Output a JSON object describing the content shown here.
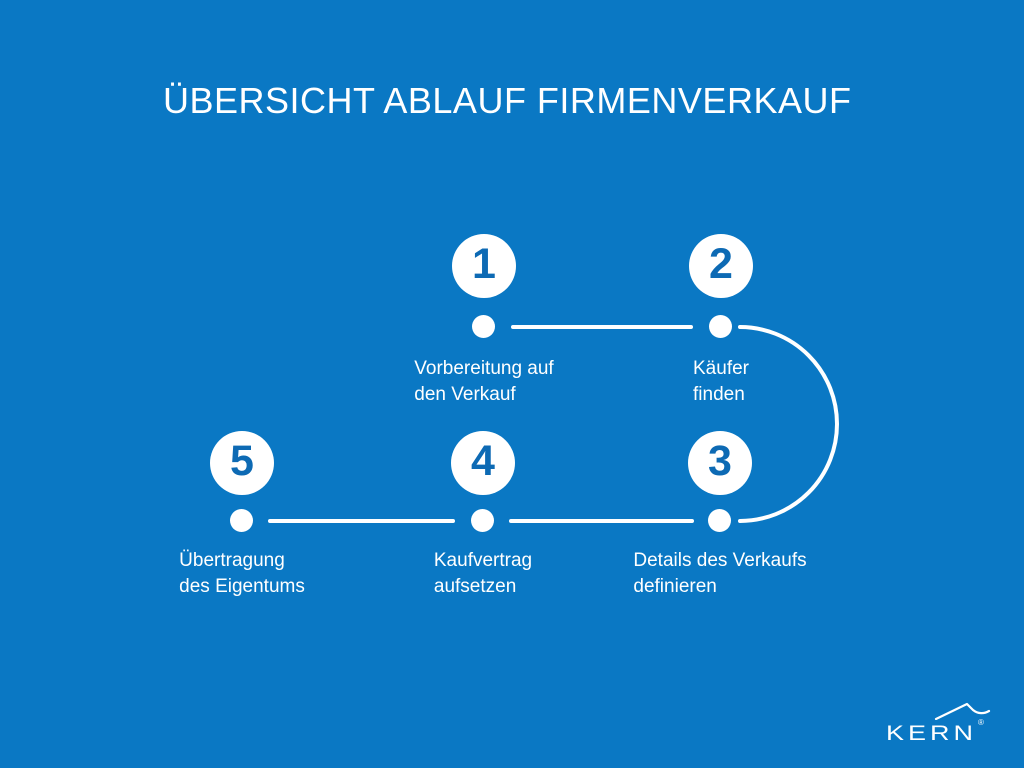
{
  "title": "ÜBERSICHT ABLAUF FIRMENVERKAUF",
  "colors": {
    "background": "#0a78c4",
    "foreground": "#ffffff",
    "number_blue": "#0d6ab4"
  },
  "steps": [
    {
      "number": "1",
      "label": [
        "Vorbereitung auf",
        "den Verkauf"
      ]
    },
    {
      "number": "2",
      "label": [
        "Käufer",
        "finden"
      ]
    },
    {
      "number": "3",
      "label": [
        "Details des Verkaufs",
        "definieren"
      ]
    },
    {
      "number": "4",
      "label": [
        "Kaufvertrag",
        "aufsetzen"
      ]
    },
    {
      "number": "5",
      "label": [
        "Übertragung",
        "des Eigentums"
      ]
    }
  ],
  "logo": {
    "text": "KERN",
    "registered_mark": "®"
  }
}
